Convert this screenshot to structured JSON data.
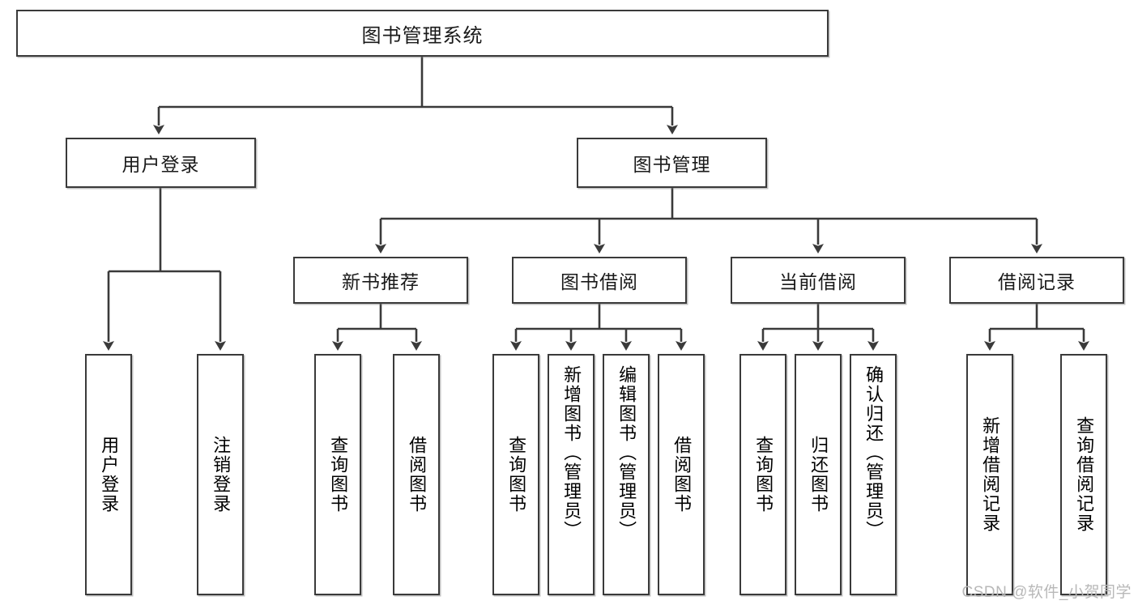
{
  "diagram": {
    "title": "图书管理系统",
    "type": "tree-hierarchy-diagram",
    "root": {
      "label": "图书管理系统"
    },
    "level2": [
      {
        "id": "user-login",
        "label": "用户登录"
      },
      {
        "id": "book-management",
        "label": "图书管理"
      }
    ],
    "level3": [
      {
        "id": "new-book-recommend",
        "label": "新书推荐",
        "parent": "book-management"
      },
      {
        "id": "book-borrow",
        "label": "图书借阅",
        "parent": "book-management"
      },
      {
        "id": "current-borrow",
        "label": "当前借阅",
        "parent": "book-management"
      },
      {
        "id": "borrow-record",
        "label": "借阅记录",
        "parent": "book-management"
      }
    ],
    "leaves": {
      "user_login": [
        {
          "id": "leaf-user-login",
          "label": "用户登录"
        },
        {
          "id": "leaf-logout-login",
          "label": "注销登录"
        }
      ],
      "new_book_recommend": [
        {
          "id": "leaf-query-book-1",
          "label": "查询图书"
        },
        {
          "id": "leaf-borrow-book-1",
          "label": "借阅图书"
        }
      ],
      "book_borrow": [
        {
          "id": "leaf-query-book-2",
          "label": "查询图书"
        },
        {
          "id": "leaf-add-book",
          "label": "新增图书（管理员）"
        },
        {
          "id": "leaf-edit-book",
          "label": "编辑图书（管理员）"
        },
        {
          "id": "leaf-borrow-book-2",
          "label": "借阅图书"
        }
      ],
      "current_borrow": [
        {
          "id": "leaf-query-book-3",
          "label": "查询图书"
        },
        {
          "id": "leaf-return-book",
          "label": "归还图书"
        },
        {
          "id": "leaf-confirm-return",
          "label": "确认归还（管理员）"
        }
      ],
      "borrow_record": [
        {
          "id": "leaf-add-record",
          "label": "新增借阅记录"
        },
        {
          "id": "leaf-query-record",
          "label": "查询借阅记录"
        }
      ]
    }
  },
  "watermark": {
    "text": "CSDN @软件_小贺同学"
  },
  "colors": {
    "stroke": "#3a3a3a",
    "box_fill": "#ffffff",
    "text": "#1a1a1a",
    "watermark": "#b8b8b8",
    "background": "#ffffff"
  }
}
